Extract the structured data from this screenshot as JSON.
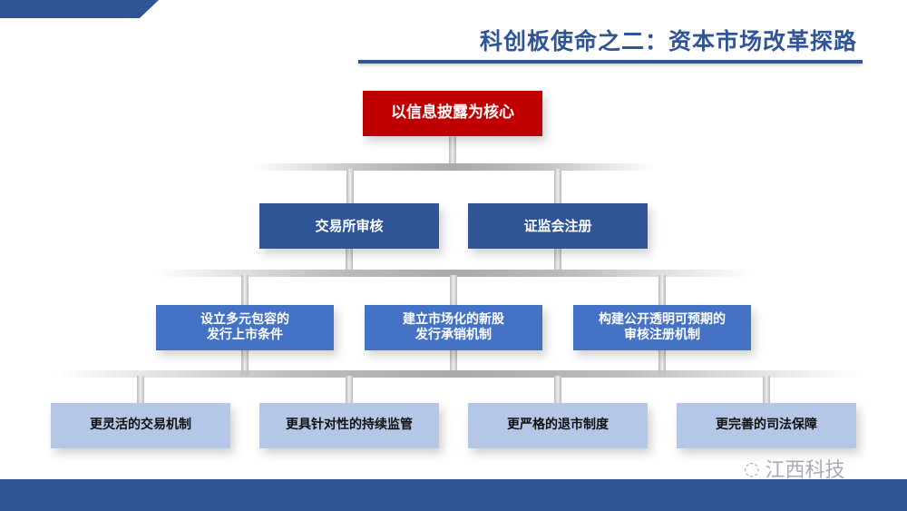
{
  "title": "科创板使命之二：资本市场改革探路",
  "root": "以信息披露为核心",
  "level2": [
    "交易所审核",
    "证监会注册"
  ],
  "level3": [
    [
      "设立多元包容的",
      "发行上市条件"
    ],
    [
      "建立市场化的新股",
      "发行承销机制"
    ],
    [
      "构建公开透明可预期的",
      "审核注册机制"
    ]
  ],
  "level4": [
    "更灵活的交易机制",
    "更具针对性的持续监管",
    "更严格的退市制度",
    "更完善的司法保障"
  ],
  "watermark": "江西科技",
  "colors": {
    "primary": "#2f5597",
    "accent": "#c00000",
    "mid": "#4472c4",
    "light": "#b4c7e7"
  }
}
